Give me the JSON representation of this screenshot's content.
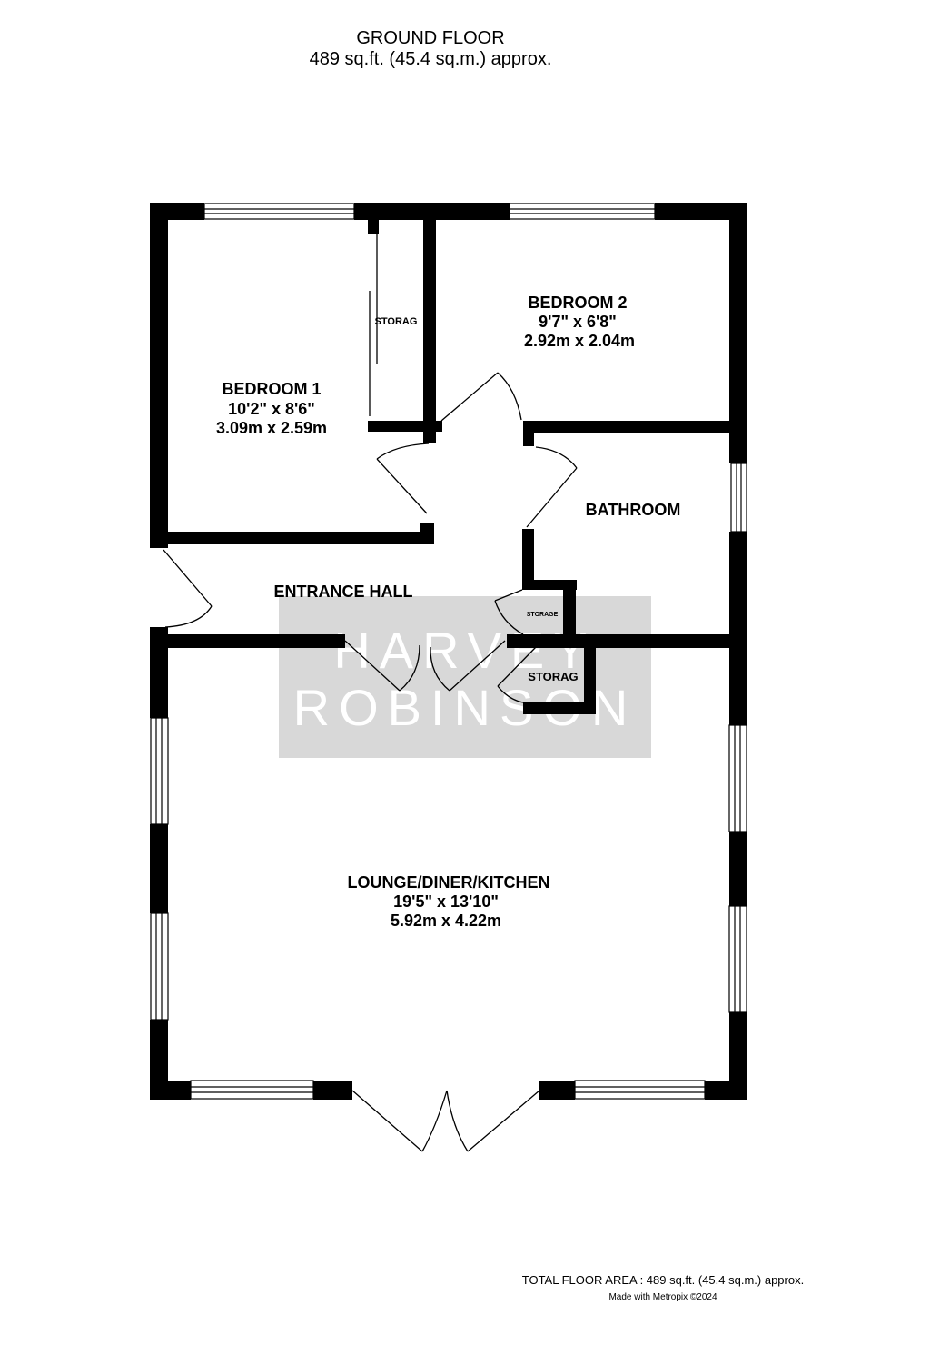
{
  "header": {
    "title": "GROUND FLOOR",
    "area": "489 sq.ft. (45.4 sq.m.) approx."
  },
  "rooms": {
    "bedroom1": {
      "name": "BEDROOM 1",
      "imperial": "10'2\"  x 8'6\"",
      "metric": "3.09m  x 2.59m"
    },
    "bedroom2": {
      "name": "BEDROOM 2",
      "imperial": "9'7\"  x 6'8\"",
      "metric": "2.92m  x 2.04m"
    },
    "bathroom": {
      "name": "BATHROOM"
    },
    "hall": {
      "name": "ENTRANCE HALL"
    },
    "lounge": {
      "name": "LOUNGE/DINER/KITCHEN",
      "imperial": "19'5\"  x 13'10\"",
      "metric": "5.92m  x 4.22m"
    },
    "storage_bed1": "STORAG",
    "storage_small": "STORAGE",
    "storage_lounge": "STORAG"
  },
  "watermark": {
    "line1": "HARVEY",
    "line2": "ROBINSON"
  },
  "footer": {
    "total": "TOTAL FLOOR AREA : 489 sq.ft. (45.4 sq.m.) approx.",
    "made": "Made with Metropix ©2024"
  }
}
